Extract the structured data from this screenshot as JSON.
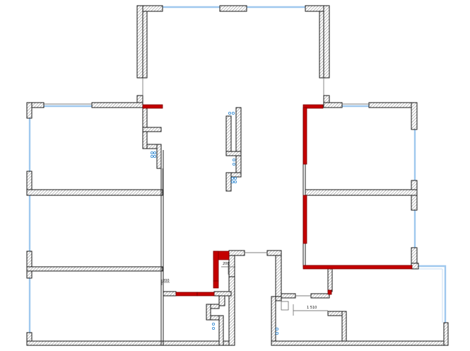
{
  "dimensions": {
    "d1": "200",
    "d2": "200",
    "d3": "1 510"
  }
}
